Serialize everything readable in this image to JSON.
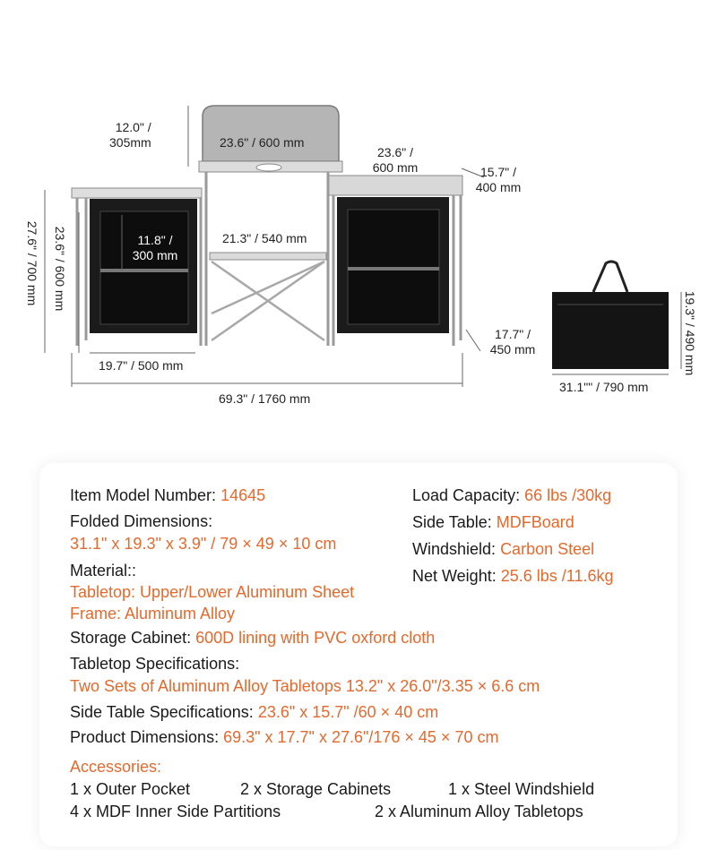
{
  "diagram": {
    "windshield_height": "12.0\" /\n305mm",
    "windshield_width": "23.6\" / 600 mm",
    "top_right_width": "23.6\" /\n600 mm",
    "side_depth": "15.7\" /\n400 mm",
    "total_height": "27.6\" / 700 mm",
    "cabinet_height": "23.6\" / 600 mm",
    "shelf_height": "11.8\" /\n300 mm",
    "middle_width": "21.3\" / 540 mm",
    "table_depth": "17.7\" /\n450 mm",
    "cabinet_width": "19.7\" / 500 mm",
    "total_width": "69.3\" / 1760 mm",
    "bag_height": "19.3\" / 490 mm",
    "bag_width": "31.1\"\" / 790 mm"
  },
  "specs": {
    "model_label": "Item Model Number:",
    "model_value": "14645",
    "folded_label": "Folded Dimensions:",
    "folded_value": "31.1\" x 19.3\" x 3.9\" / 79 × 49 × 10 cm",
    "material_label": "Material::",
    "material_value_1": "Tabletop: Upper/Lower Aluminum Sheet",
    "material_value_2": "Frame: Aluminum Alloy",
    "storage_label": "Storage Cabinet:",
    "storage_value": "600D lining with PVC oxford cloth",
    "tabletop_label": "Tabletop Specifications:",
    "tabletop_value": "Two Sets of Aluminum Alloy Tabletops 13.2\" x 26.0\"/3.35 × 6.6 cm",
    "side_spec_label": "Side Table Specifications:",
    "side_spec_value": "23.6\" x 15.7\" /60 × 40 cm",
    "product_label": "Product Dimensions:",
    "product_value": "69.3\" x 17.7\" x 27.6\"/176 × 45 × 70 cm",
    "load_label": "Load Capacity:",
    "load_value": "66 lbs /30kg",
    "side_table_label": "Side Table:",
    "side_table_value": "MDFBoard",
    "windshield_label": "Windshield:",
    "windshield_value": "Carbon Steel",
    "weight_label": "Net Weight:",
    "weight_value": "25.6 lbs /11.6kg"
  },
  "accessories": {
    "title": "Accessories:",
    "items": [
      "1 x Outer Pocket",
      "2 x Storage Cabinets",
      "1 x Steel Windshield",
      "4 x MDF Inner Side Partitions",
      "2 x Aluminum Alloy Tabletops"
    ]
  },
  "colors": {
    "accent": "#e36a2e",
    "text": "#1a1a1a"
  }
}
